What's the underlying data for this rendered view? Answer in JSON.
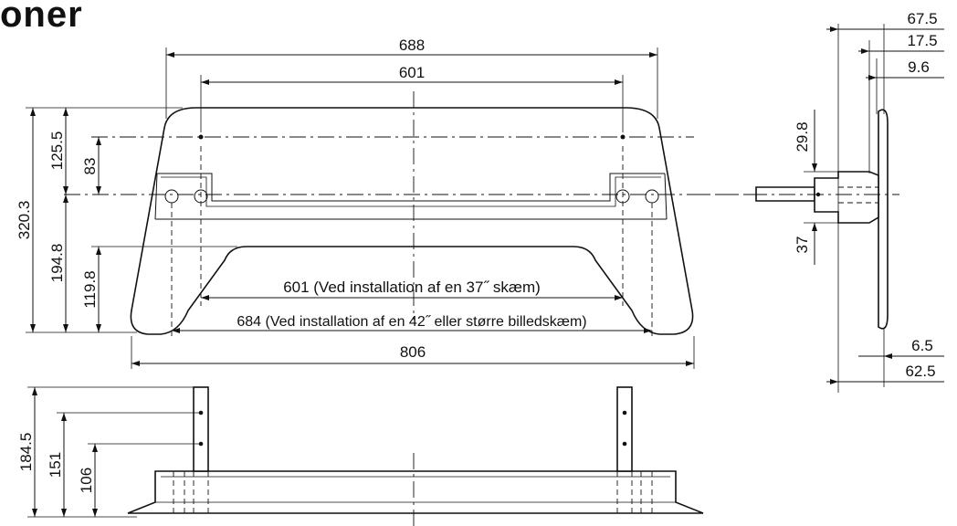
{
  "title": "oner",
  "front_view": {
    "total_width": "688",
    "hole_spacing_top": "601",
    "total_height": "320.3",
    "upper_height": "125.5",
    "upper_hole_offset": "83",
    "lower_height": "194.8",
    "lower_inner_height": "119.8",
    "hole_spacing_37": "601 (Ved installation af en 37˝ skæm)",
    "hole_spacing_42": "684 (Ved installation af en 42˝ eller større billedskæm)",
    "base_width": "806"
  },
  "side_view": {
    "depth_total": "67.5",
    "depth_mid": "17.5",
    "depth_post": "9.6",
    "post_upper": "29.8",
    "post_lower": "37",
    "plate_thickness": "6.5",
    "base_depth": "62.5"
  },
  "bottom_view": {
    "post_height": "184.5",
    "hole_upper": "151",
    "hole_lower": "106"
  }
}
